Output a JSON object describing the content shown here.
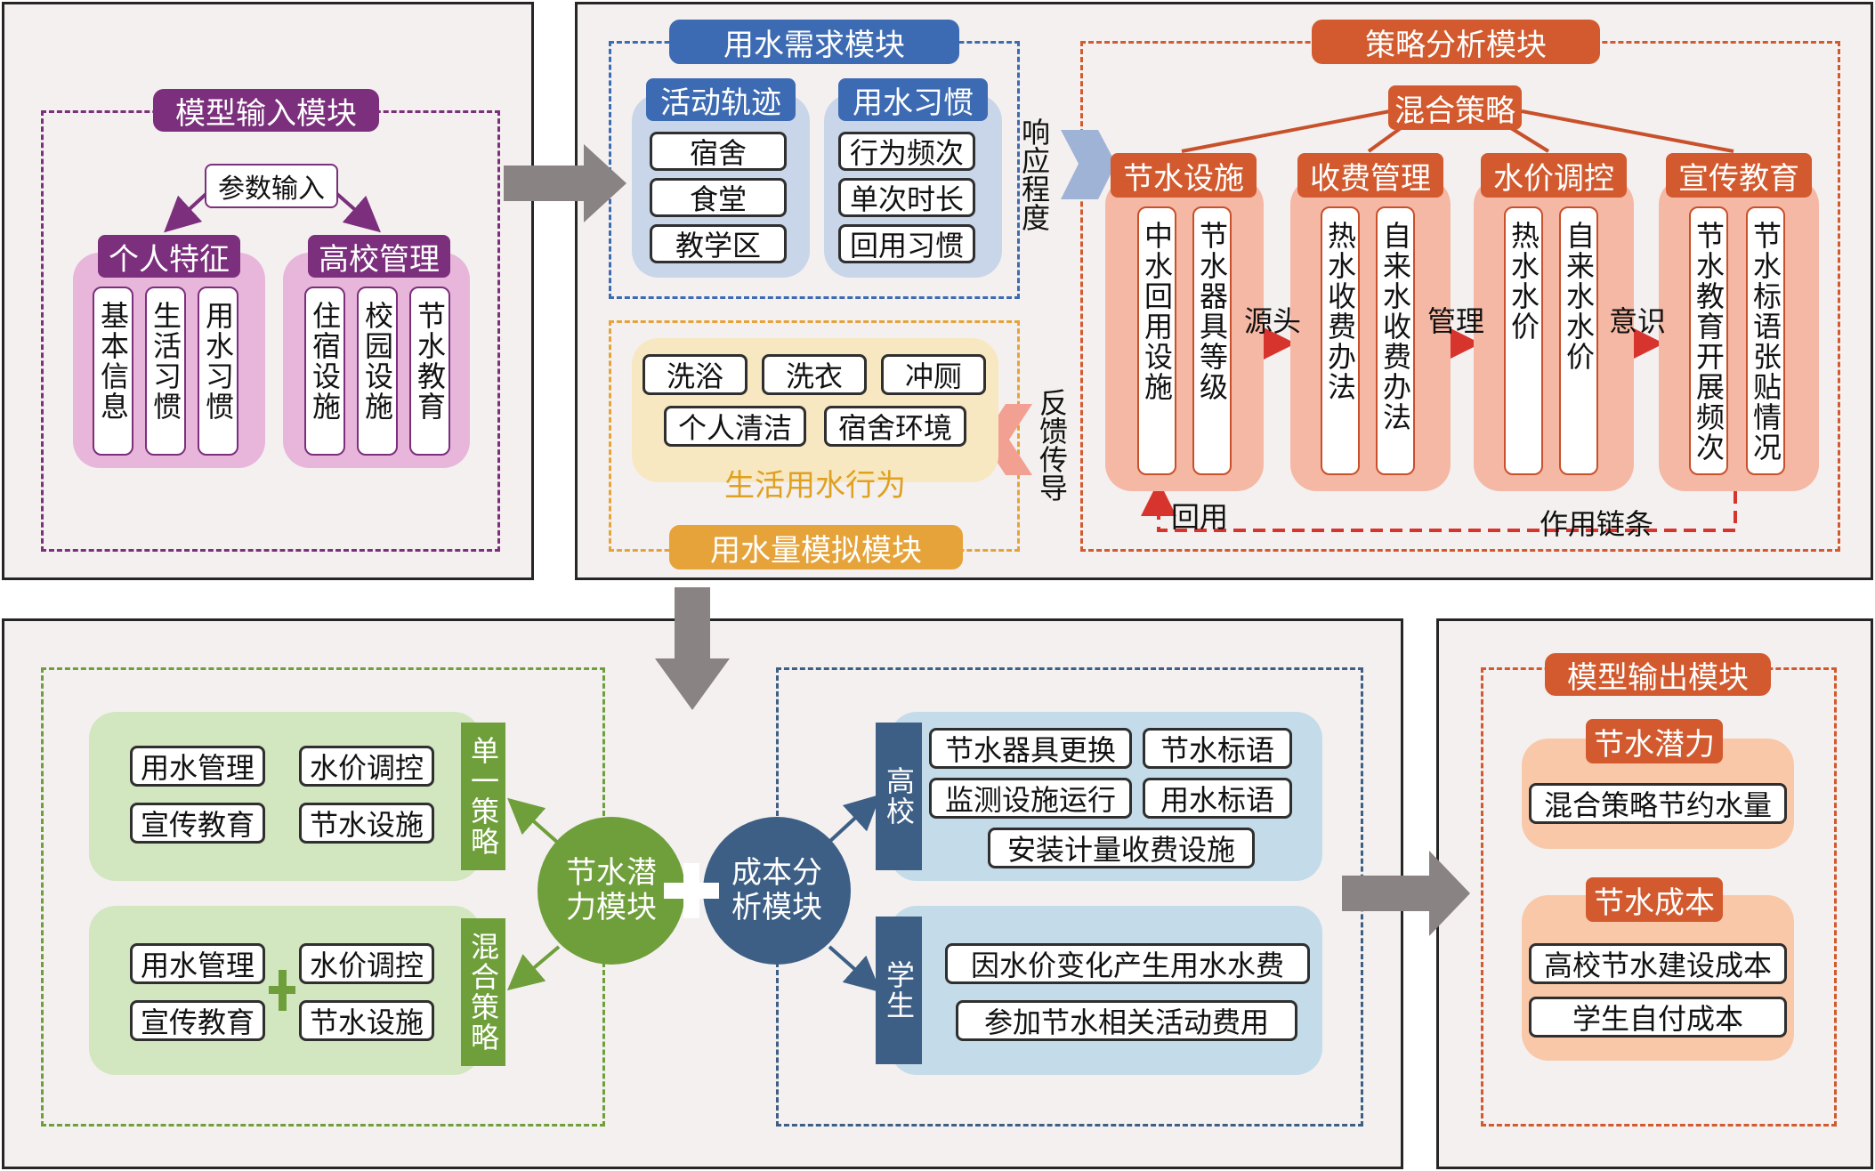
{
  "colors": {
    "input": "#7b2f7c",
    "demand": "#3d6bb3",
    "strategy": "#d25a2e",
    "simulation": "#e6a33a",
    "green": "#6f9f3a",
    "cost": "#3d5f86",
    "output": "#d25a2e",
    "arrow": "#8a8383"
  },
  "input_module": {
    "title": "模型输入模块",
    "param": "参数输入",
    "personal": {
      "title": "个人特征",
      "items": [
        "基本信息",
        "生活习惯",
        "用水习惯"
      ]
    },
    "school": {
      "title": "高校管理",
      "items": [
        "住宿设施",
        "校园设施",
        "节水教育"
      ]
    }
  },
  "demand_module": {
    "title": "用水需求模块",
    "activity": {
      "title": "活动轨迹",
      "items": [
        "宿舍",
        "食堂",
        "教学区"
      ]
    },
    "habit": {
      "title": "用水习惯",
      "items": [
        "行为频次",
        "单次时长",
        "回用习惯"
      ]
    }
  },
  "response_label": "响应程度",
  "feedback_label": "反馈传导",
  "simulation_module": {
    "title": "用水量模拟模块",
    "items": [
      "洗浴",
      "洗衣",
      "冲厕",
      "个人清洁",
      "宿舍环境"
    ],
    "behavior": "生活用水行为"
  },
  "strategy_module": {
    "title": "策略分析模块",
    "mixed": "混合策略",
    "groups": [
      {
        "title": "节水设施",
        "items": [
          "中水回用设施",
          "节水器具等级"
        ]
      },
      {
        "title": "收费管理",
        "items": [
          "热水收费办法",
          "自来水收费办法"
        ]
      },
      {
        "title": "水价调控",
        "items": [
          "热水水价",
          "自来水水价"
        ]
      },
      {
        "title": "宣传教育",
        "items": [
          "节水教育开展频次",
          "节水标语张贴情况"
        ]
      }
    ],
    "links": [
      "源头",
      "管理",
      "意识"
    ],
    "reuse": "回用",
    "chain": "作用链条"
  },
  "potential": {
    "circle": "节水潜力模块",
    "single": {
      "title": "单一策略",
      "items": [
        "用水管理",
        "水价调控",
        "宣传教育",
        "节水设施"
      ]
    },
    "mixed": {
      "title": "混合策略",
      "items": [
        "用水管理",
        "水价调控",
        "宣传教育",
        "节水设施"
      ]
    }
  },
  "cost": {
    "circle": "成本分析模块",
    "school": {
      "title": "高校",
      "items": [
        "节水器具更换",
        "节水标语",
        "监测设施运行",
        "用水标语",
        "安装计量收费设施"
      ]
    },
    "student": {
      "title": "学生",
      "items": [
        "因水价变化产生用水水费",
        "参加节水相关活动费用"
      ]
    }
  },
  "output_module": {
    "title": "模型输出模块",
    "potential": {
      "title": "节水潜力",
      "items": [
        "混合策略节约水量"
      ]
    },
    "cost": {
      "title": "节水成本",
      "items": [
        "高校节水建设成本",
        "学生自付成本"
      ]
    }
  }
}
